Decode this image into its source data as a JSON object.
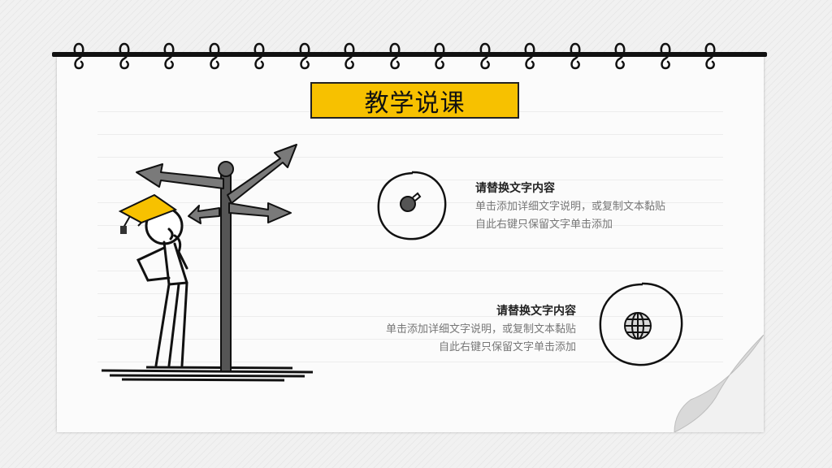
{
  "slide": {
    "title": "教学说课",
    "accent_color": "#f7c100"
  },
  "items": [
    {
      "title": "请替换文字内容",
      "line1": "单击添加详细文字说明，或复制文本黏贴",
      "line2": "自此右键只保留文字单击添加",
      "icon": "bag-icon"
    },
    {
      "title": "请替换文字内容",
      "line1": "单击添加详细文字说明，或复制文本黏贴",
      "line2": "自此右键只保留文字单击添加",
      "icon": "globe-icon"
    }
  ],
  "illustration": "stick-figure-at-signpost"
}
